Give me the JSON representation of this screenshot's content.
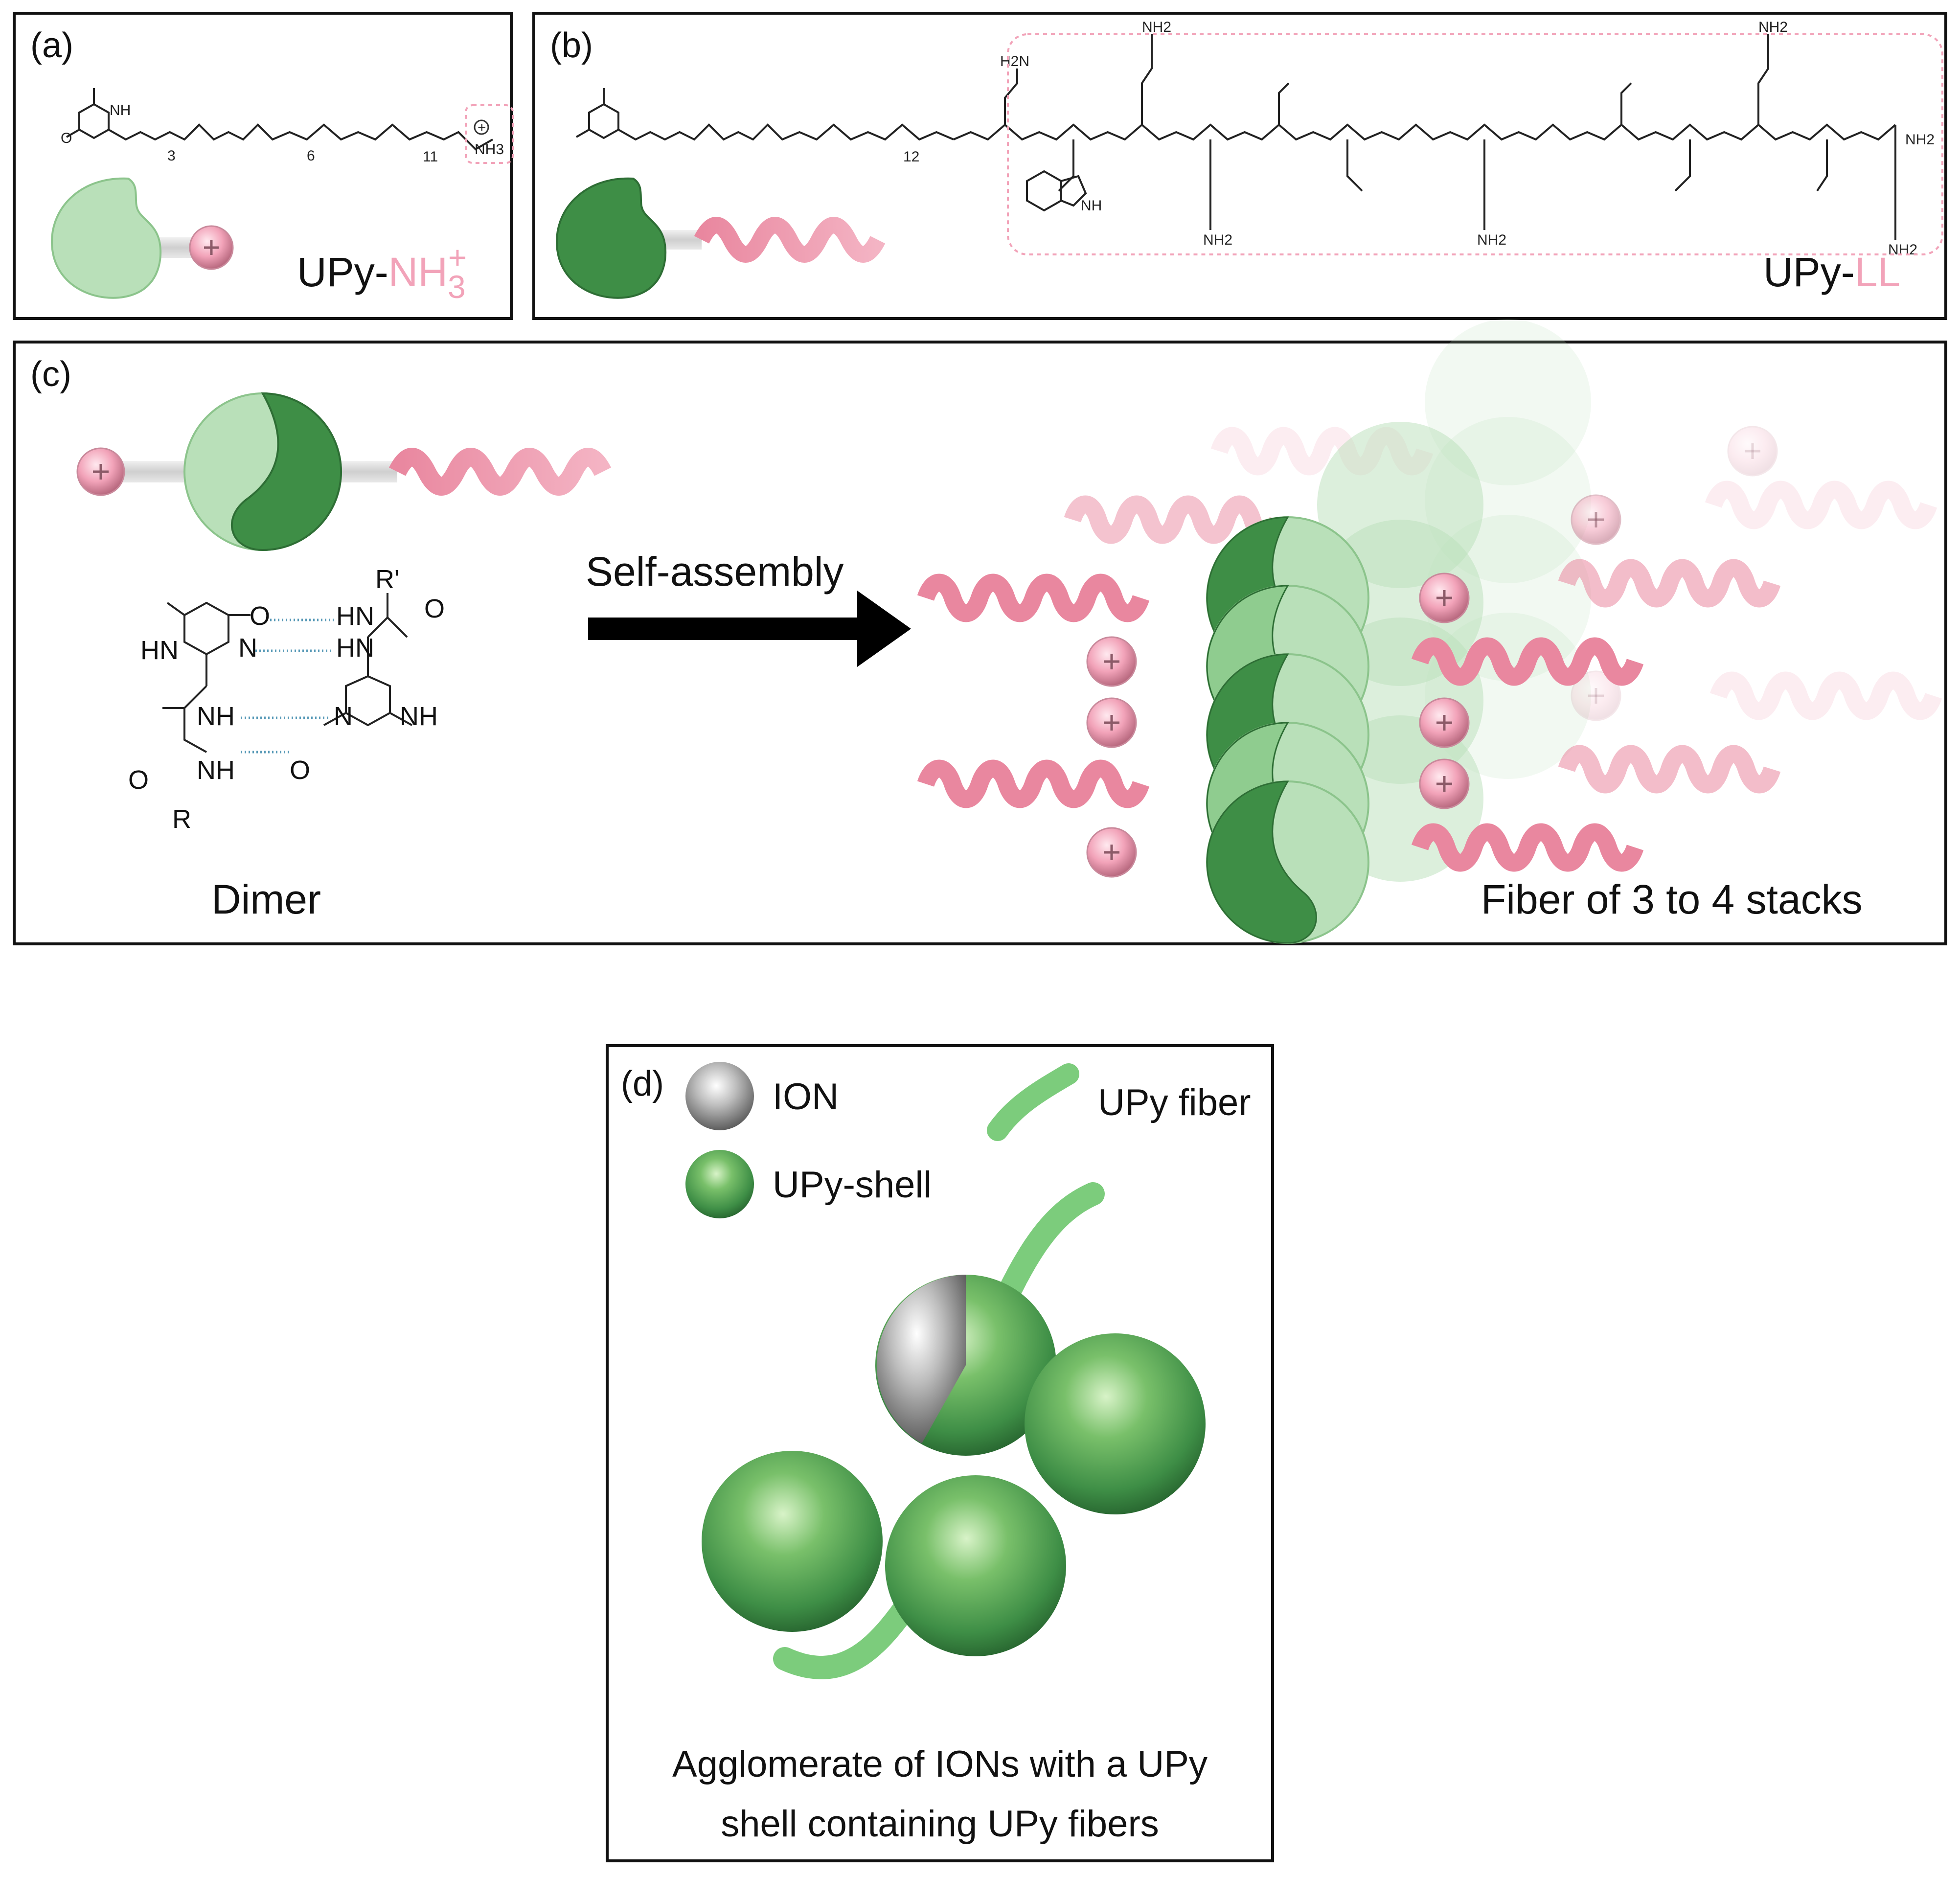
{
  "colors": {
    "ammonium_pink": "#f2a3b9",
    "upy_light_green": "#a9d8a9",
    "upy_dark_green": "#3e8e46",
    "peptide_pink": "#e9879f",
    "hbond_blue": "#5a9bb8",
    "shell_green": "#4aa84a",
    "ion_grey": "#9a9a9a"
  },
  "panel_a": {
    "label": "(a)",
    "name_prefix": "UPy-",
    "name_suffix": "NH",
    "name_sub": "3",
    "name_charge": "+",
    "chem": {
      "nh": "NH",
      "h": "H",
      "n": "N",
      "o": "O",
      "sub3": "3",
      "sub6": "6",
      "sub11": "11",
      "plus": "+",
      "nh3": "NH3"
    }
  },
  "panel_b": {
    "label": "(b)",
    "name_prefix": "UPy-",
    "name_suffix": "LL",
    "chem": {
      "nh2": "NH2",
      "h2n": "H2N",
      "nh": "NH",
      "sub12": "12"
    }
  },
  "panel_c": {
    "label": "(c)",
    "arrow_label": "Self-assembly",
    "dimer_label": "Dimer",
    "fiber_label": "Fiber of 3 to 4 stacks",
    "chem": {
      "r_prime": "R'",
      "r": "R",
      "hn": "HN",
      "nh": "NH",
      "n": "N",
      "o": "O"
    }
  },
  "panel_d": {
    "label": "(d)",
    "legend_ion": "ION",
    "legend_shell": "UPy-shell",
    "legend_fiber": "UPy fiber",
    "caption_line1": "Agglomerate of IONs with a UPy",
    "caption_line2": "shell containing UPy fibers"
  }
}
